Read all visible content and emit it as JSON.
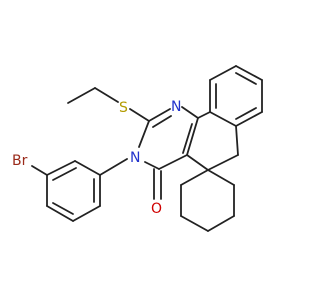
{
  "molecule": {
    "atoms": {
      "S": {
        "label": "S",
        "color": "#b39b00"
      },
      "N1": {
        "label": "N",
        "color": "#2233cc"
      },
      "N3": {
        "label": "N",
        "color": "#2233cc"
      },
      "O": {
        "label": "O",
        "color": "#d00000"
      },
      "Br": {
        "label": "Br",
        "color": "#9a2a1a"
      }
    },
    "bond_color": "#222222"
  }
}
